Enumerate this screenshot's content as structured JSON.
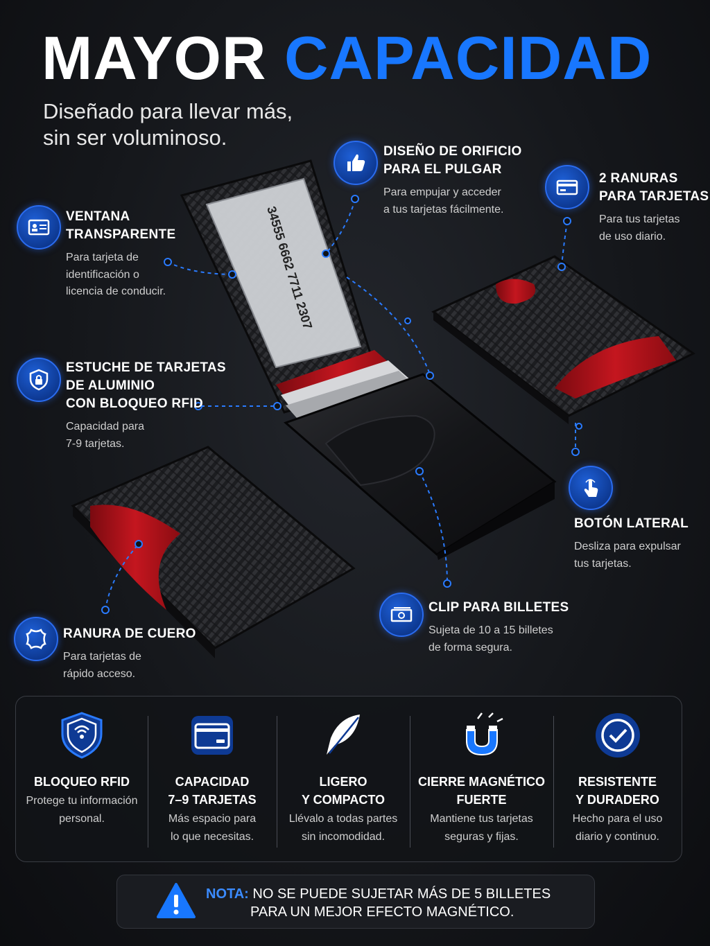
{
  "header": {
    "title_word1": "MAYOR",
    "title_word2": "CAPACIDAD",
    "subtitle_line1": "Diseñado para llevar más,",
    "subtitle_line2": "sin ser voluminoso."
  },
  "callouts": {
    "ventana": {
      "title1": "VENTANA",
      "title2": "TRANSPARENTE",
      "desc1": "Para tarjeta de",
      "desc2": "identificación o",
      "desc3": "licencia de conducir."
    },
    "pulgar": {
      "title1": "DISEÑO DE ORIFICIO",
      "title2": "PARA EL PULGAR",
      "desc1": "Para empujar y acceder",
      "desc2": "a tus tarjetas fácilmente."
    },
    "ranuras": {
      "title1": "2 RANURAS",
      "title2": "PARA TARJETAS",
      "desc1": "Para tus tarjetas",
      "desc2": "de uso diario."
    },
    "estuche": {
      "title1": "ESTUCHE DE TARJETAS",
      "title2": "DE ALUMINIO",
      "title3": "CON BLOQUEO RFID",
      "desc1": "Capacidad para",
      "desc2": "7-9 tarjetas."
    },
    "boton": {
      "title1": "BOTÓN LATERAL",
      "desc1": "Desliza para expulsar",
      "desc2": "tus tarjetas."
    },
    "clip": {
      "title1": "CLIP PARA BILLETES",
      "desc1": "Sujeta de 10 a 15 billetes",
      "desc2": "de forma segura."
    },
    "cuero": {
      "title1": "RANURA DE CUERO",
      "desc1": "Para tarjetas de",
      "desc2": "rápido acceso."
    }
  },
  "id_card": {
    "number": "34555 6662 7711 2307"
  },
  "features": [
    {
      "title1": "BLOQUEO RFID",
      "title2": "",
      "desc1": "Protege tu información",
      "desc2": "personal."
    },
    {
      "title1": "CAPACIDAD",
      "title2": "7–9 TARJETAS",
      "desc1": "Más espacio para",
      "desc2": "lo que necesitas."
    },
    {
      "title1": "LIGERO",
      "title2": "Y COMPACTO",
      "desc1": "Llévalo a todas partes",
      "desc2": "sin incomodidad."
    },
    {
      "title1": "CIERRE MAGNÉTICO",
      "title2": "FUERTE",
      "desc1": "Mantiene tus tarjetas",
      "desc2": "seguras y fijas."
    },
    {
      "title1": "RESISTENTE",
      "title2": "Y DURADERO",
      "desc1": "Hecho para el uso",
      "desc2": "diario y continuo."
    }
  ],
  "note": {
    "label": "NOTA:",
    "line1": "NO SE PUEDE SUJETAR MÁS DE 5 BILLETES",
    "line2": "PARA UN MEJOR EFECTO MAGNÉTICO."
  },
  "colors": {
    "accent": "#1877ff",
    "card_red": "#b3121a"
  }
}
